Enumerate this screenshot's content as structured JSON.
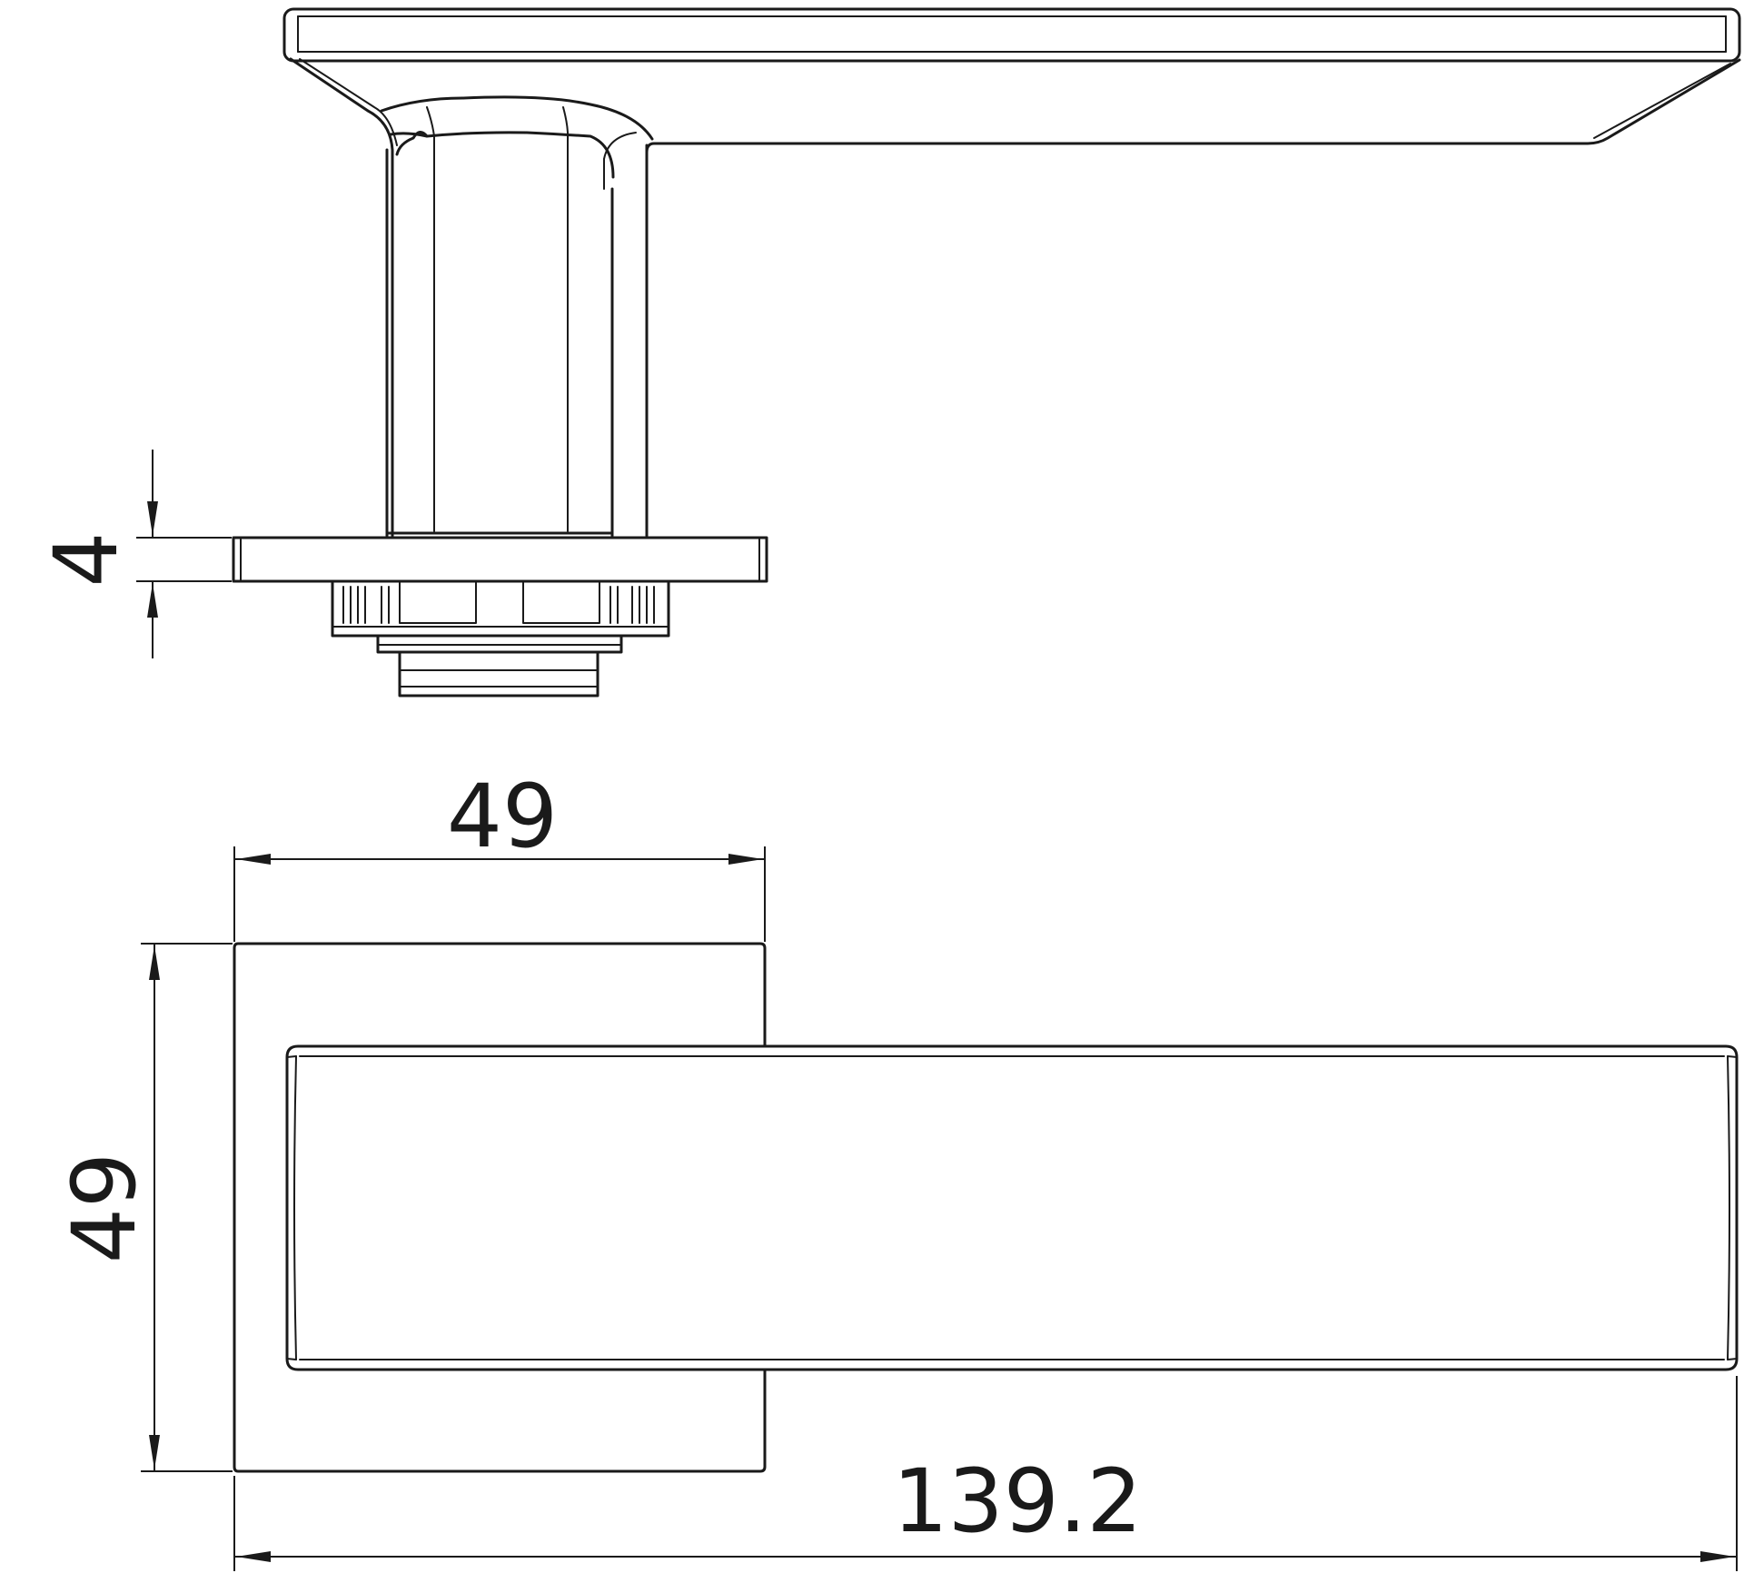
{
  "dimensions": {
    "rose_thickness": "4",
    "rose_width": "49",
    "rose_height": "49",
    "overall_length": "139.2"
  }
}
